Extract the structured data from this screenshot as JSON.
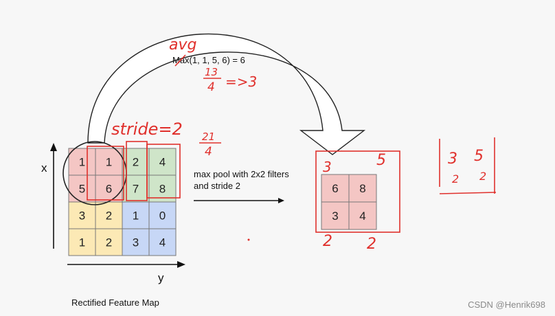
{
  "grid": {
    "cells": [
      [
        "1",
        "1",
        "2",
        "4"
      ],
      [
        "5",
        "6",
        "7",
        "8"
      ],
      [
        "3",
        "2",
        "1",
        "0"
      ],
      [
        "1",
        "2",
        "3",
        "4"
      ]
    ],
    "quadrant_colors": {
      "top_left": "#f4c6c4",
      "top_right": "#cfe5c9",
      "bottom_left": "#fce9b5",
      "bottom_right": "#c7d7f6"
    }
  },
  "result": {
    "cells": [
      [
        "6",
        "8"
      ],
      [
        "3",
        "4"
      ]
    ]
  },
  "labels": {
    "axis_x": "x",
    "axis_y": "y",
    "formula": "Max(1, 1, 5, 6) = 6",
    "pool_line1": "max pool with 2x2 filters",
    "pool_line2": "and stride 2",
    "caption": "Rectified Feature Map",
    "watermark": "CSDN @Henrik698"
  },
  "annotations": {
    "avg": "avg",
    "frac_top": "13",
    "frac_bottom": "4",
    "arrow_result": "=>3",
    "stride": "stride=2",
    "frac2_top": "21",
    "frac2_bottom": "4",
    "corner_3": "3",
    "corner_5": "5",
    "corner_2a": "2",
    "corner_2b": "2",
    "mini_3": "3",
    "mini_5": "5",
    "mini_2a": "2",
    "mini_2b": "2"
  },
  "colors": {
    "annotation_red": "#e0302c",
    "stroke": "#333333"
  }
}
